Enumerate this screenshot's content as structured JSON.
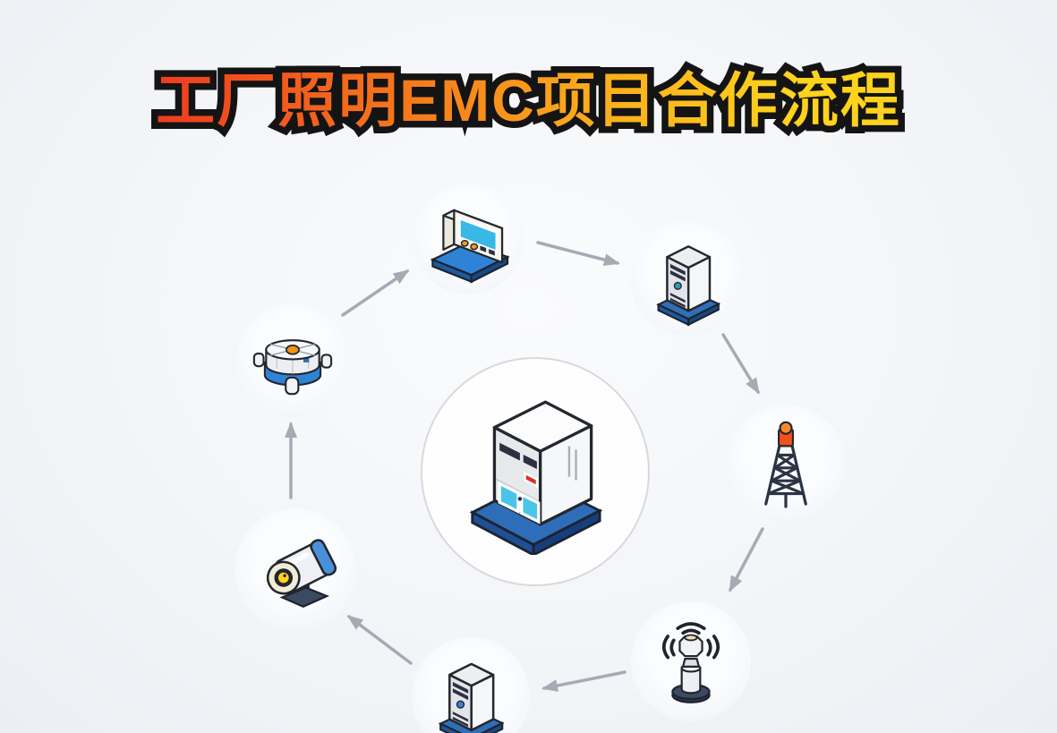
{
  "page": {
    "background_color": "#f2f4f7"
  },
  "title": {
    "text": "工厂照明EMC项目合作流程",
    "gradient_start_color": "#ee3c20",
    "gradient_end_color": "#ffd21d",
    "outline_color": "#141414"
  },
  "diagram": {
    "type": "circular-flow",
    "flow_direction": "clockwise",
    "arrow_color": "#a6abb3",
    "center_node": {
      "id": "factory",
      "icon": "factory-building-icon",
      "position": "center"
    },
    "nodes": [
      {
        "id": "control-panel",
        "icon": "control-panel-icon",
        "position": "top"
      },
      {
        "id": "server-tower-1",
        "icon": "server-tower-icon",
        "position": "top-right"
      },
      {
        "id": "transmission-tower",
        "icon": "transmission-tower-icon",
        "position": "right"
      },
      {
        "id": "wireless-sensor",
        "icon": "wireless-sensor-icon",
        "position": "bottom-right"
      },
      {
        "id": "server-tower-2",
        "icon": "server-tower-icon",
        "position": "bottom"
      },
      {
        "id": "camera",
        "icon": "camera-icon",
        "position": "bottom-left"
      },
      {
        "id": "round-sensor",
        "icon": "round-sensor-icon",
        "position": "left"
      }
    ],
    "edges": [
      {
        "from": "control-panel",
        "to": "server-tower-1"
      },
      {
        "from": "server-tower-1",
        "to": "transmission-tower"
      },
      {
        "from": "transmission-tower",
        "to": "wireless-sensor"
      },
      {
        "from": "wireless-sensor",
        "to": "server-tower-2"
      },
      {
        "from": "server-tower-2",
        "to": "camera"
      },
      {
        "from": "camera",
        "to": "round-sensor"
      },
      {
        "from": "round-sensor",
        "to": "control-panel"
      }
    ]
  }
}
